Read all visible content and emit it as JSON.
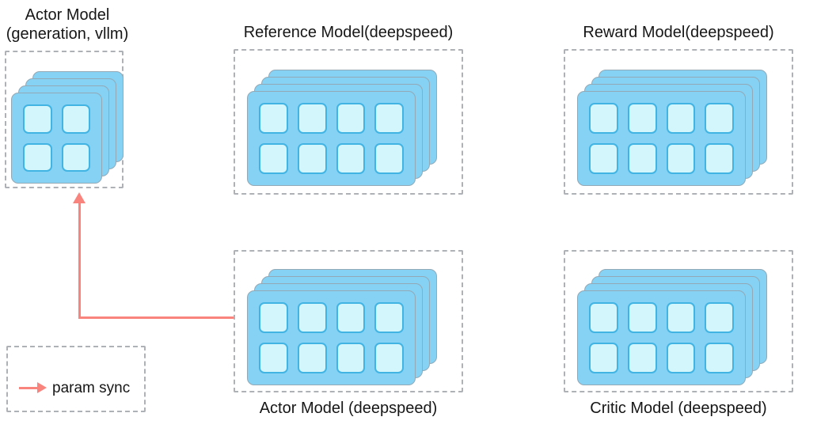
{
  "colors": {
    "card_fill": "#85d2f5",
    "card_border": "#93a9b6",
    "cell_fill": "#d2f6fb",
    "cell_border": "#41b4e4",
    "box_border": "#aeb2b6",
    "arrow": "#f9837d"
  },
  "nodes": [
    {
      "id": "actor-vllm",
      "label": "Actor Model",
      "sublabel": "(generation, vllm)",
      "label_position": "top",
      "grid": {
        "layers": 4,
        "rows": 2,
        "cols": 2,
        "step": 9
      }
    },
    {
      "id": "reference",
      "label": "Reference Model(deepspeed)",
      "label_position": "top",
      "grid": {
        "layers": 4,
        "rows": 2,
        "cols": 4,
        "step": 9
      }
    },
    {
      "id": "reward",
      "label": "Reward Model(deepspeed)",
      "label_position": "top",
      "grid": {
        "layers": 4,
        "rows": 2,
        "cols": 4,
        "step": 9
      }
    },
    {
      "id": "actor-deepspeed",
      "label": "Actor Model (deepspeed)",
      "label_position": "bottom",
      "grid": {
        "layers": 4,
        "rows": 2,
        "cols": 4,
        "step": 9
      }
    },
    {
      "id": "critic",
      "label": "Critic Model (deepspeed)",
      "label_position": "bottom",
      "grid": {
        "layers": 4,
        "rows": 2,
        "cols": 4,
        "step": 9
      }
    }
  ],
  "legend": {
    "label": "param sync",
    "arrow_icon": "right-arrow"
  },
  "arrow": {
    "name": "param sync arrow",
    "from": "actor-deepspeed",
    "to": "actor-vllm"
  }
}
